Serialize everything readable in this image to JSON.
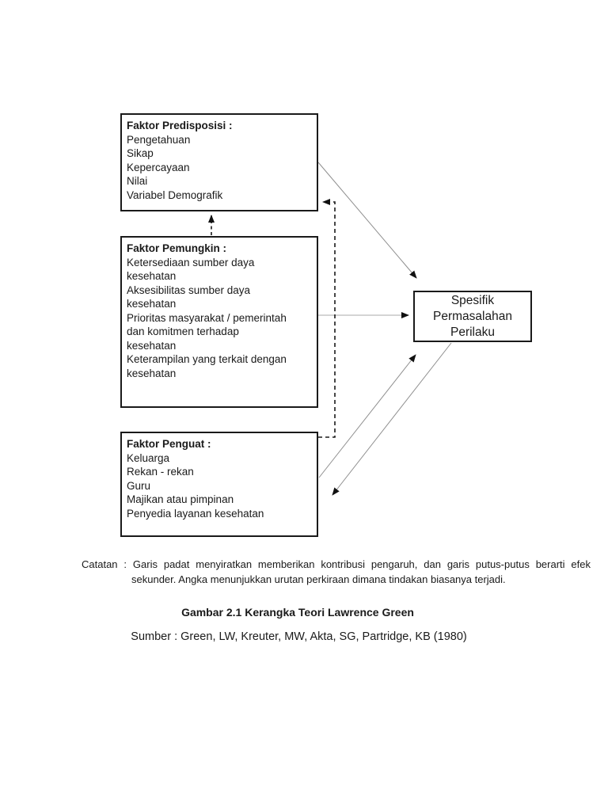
{
  "diagram": {
    "boxes": {
      "predisposisi": {
        "title": "Faktor Predisposisi :",
        "lines": [
          "Pengetahuan",
          "Sikap",
          "Kepercayaan",
          "Nilai",
          "Variabel Demografik"
        ]
      },
      "pemungkin": {
        "title": "Faktor Pemungkin :",
        "lines": [
          "Ketersediaan sumber daya",
          "kesehatan",
          "Aksesibilitas sumber daya",
          "kesehatan",
          "Prioritas masyarakat / pemerintah",
          "dan komitmen terhadap",
          "kesehatan",
          "Keterampilan yang terkait dengan",
          "kesehatan"
        ]
      },
      "penguat": {
        "title": "Faktor Penguat :",
        "lines": [
          "Keluarga",
          "Rekan - rekan",
          "Guru",
          "Majikan atau pimpinan",
          "Penyedia layanan kesehatan"
        ]
      },
      "spesifik": {
        "lines": [
          "Spesifik",
          "Permasalahan",
          "Perilaku"
        ]
      }
    }
  },
  "note": {
    "label": "Catatan :",
    "text": "Garis padat menyiratkan memberikan kontribusi pengaruh, dan garis putus-putus berarti efek sekunder. Angka menunjukkan urutan perkiraan dimana tindakan biasanya terjadi."
  },
  "caption": "Gambar 2.1 Kerangka Teori Lawrence Green",
  "source": "Sumber : Green, LW, Kreuter, MW, Akta, SG, Partridge, KB (1980)",
  "colors": {
    "background": "#ffffff",
    "text": "#1a1a1a",
    "box_border": "#1a1a1a",
    "solid_arrow": "#8e8e8e",
    "light_arrow": "#a8a8a8",
    "dashed_arrow": "#1a1a1a",
    "arrowhead": "#111111"
  }
}
